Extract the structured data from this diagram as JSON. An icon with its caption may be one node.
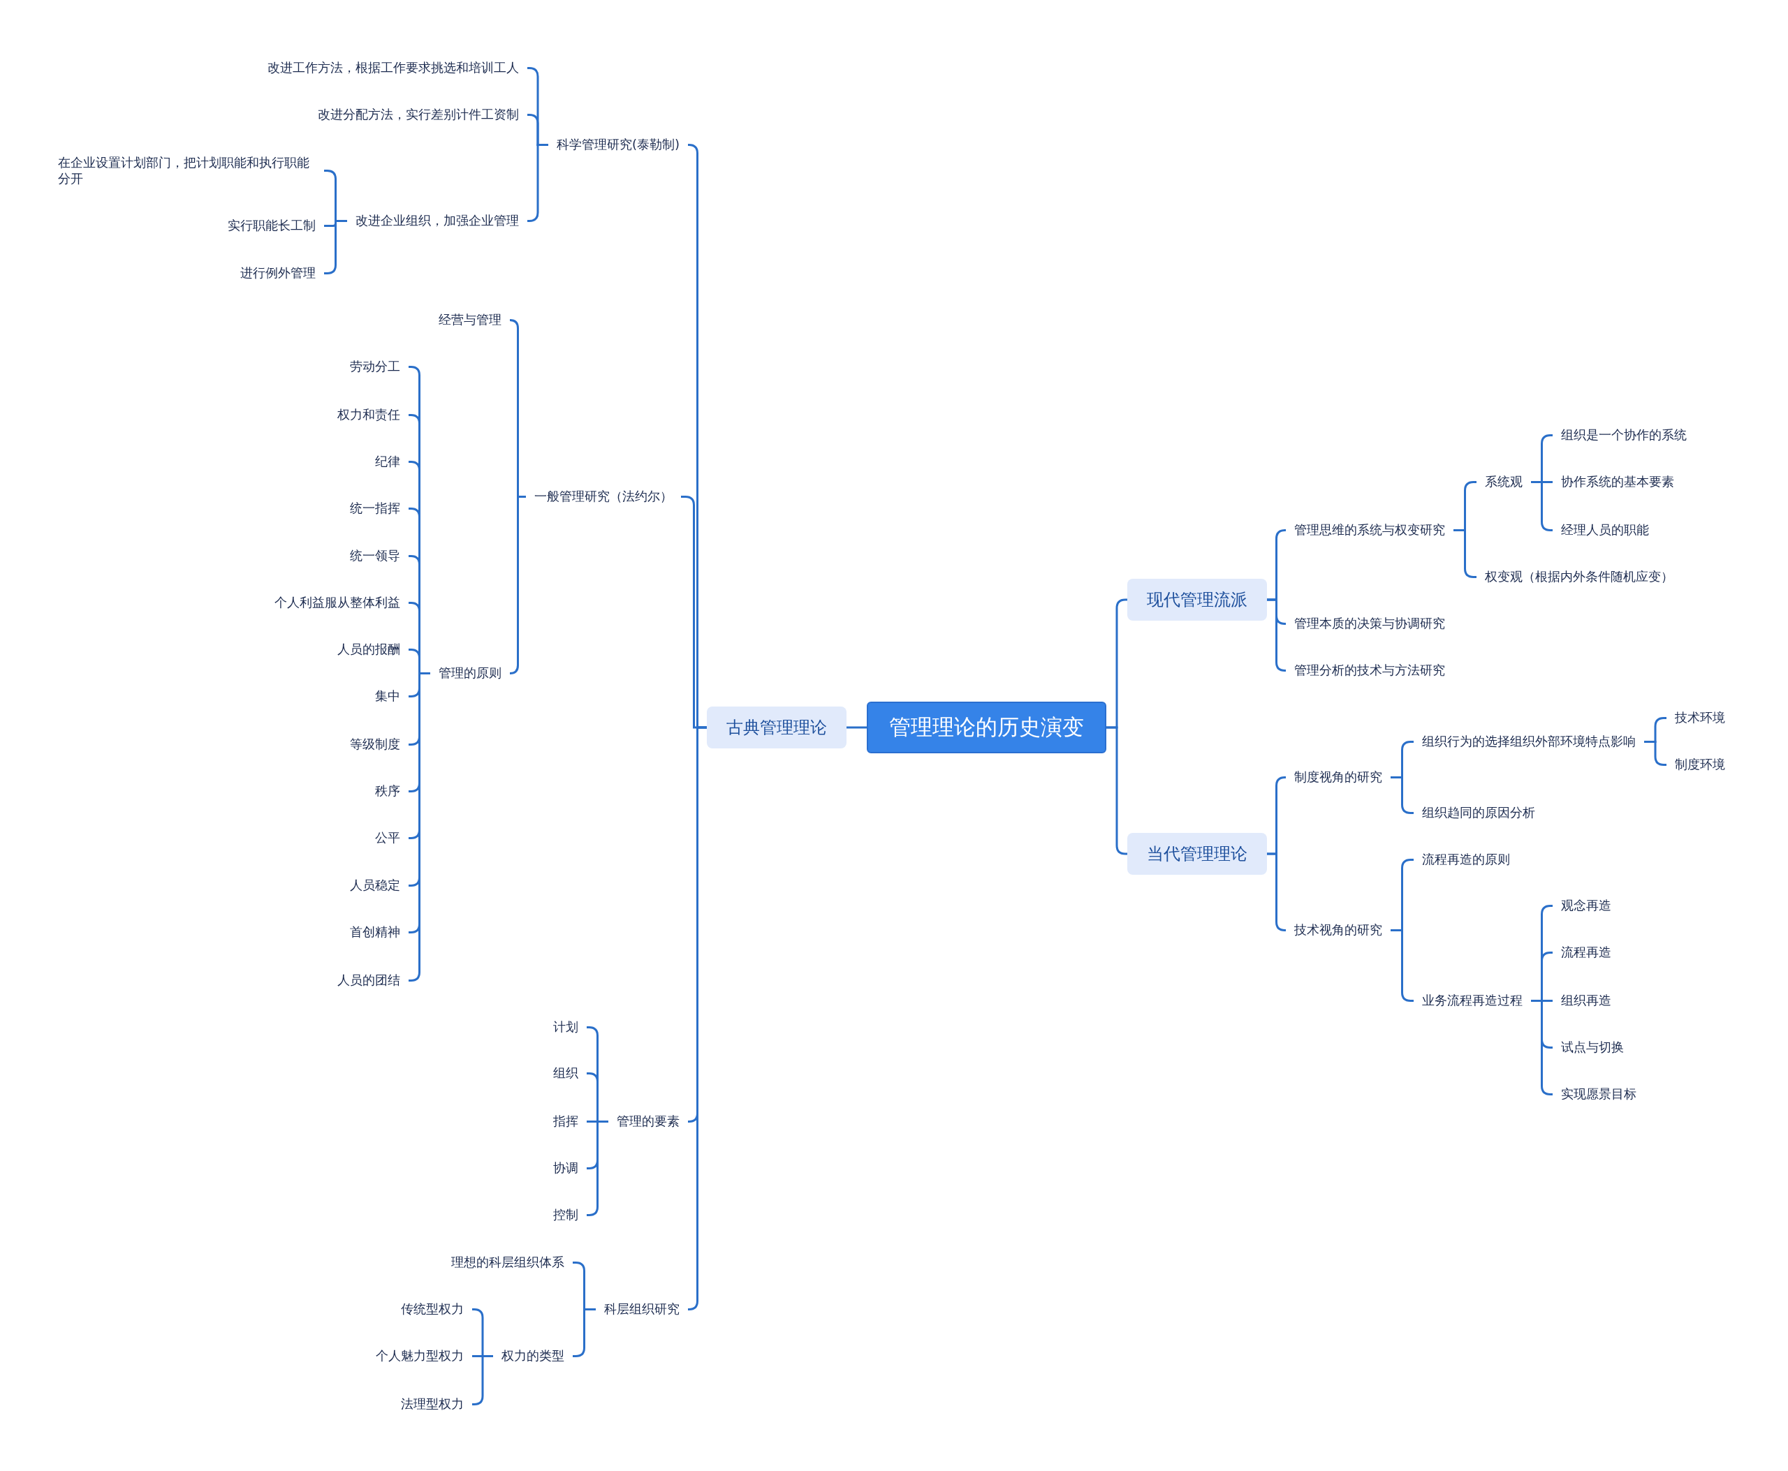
{
  "diagram": {
    "nodes": [
      {
        "text": [
          "管理理论的历史演变"
        ]
      },
      {
        "text": [
          "古典管理理论"
        ]
      },
      {
        "text": [
          "现代管理流派"
        ]
      },
      {
        "text": [
          "当代管理理论"
        ]
      },
      {
        "text": [
          "科学管理研究(泰勒制)"
        ]
      },
      {
        "text": [
          "改进工作方法，根据工作要求挑选和培训工人"
        ]
      },
      {
        "text": [
          "改进分配方法，实行差别计件工资制"
        ]
      },
      {
        "text": [
          "改进企业组织，加强企业管理"
        ]
      },
      {
        "text": [
          "在企业设置计划部门，把计划职能和执行职能分开"
        ]
      },
      {
        "text": [
          "实行职能长工制"
        ]
      },
      {
        "text": [
          "进行例外管理"
        ]
      },
      {
        "text": [
          "一般管理研究（法约尔）"
        ]
      },
      {
        "text": [
          "经营与管理"
        ]
      },
      {
        "text": [
          "管理的原则"
        ]
      },
      {
        "text": [
          "劳动分工"
        ]
      },
      {
        "text": [
          "权力和责任"
        ]
      },
      {
        "text": [
          "纪律"
        ]
      },
      {
        "text": [
          "统一指挥"
        ]
      },
      {
        "text": [
          "统一领导"
        ]
      },
      {
        "text": [
          "个人利益服从整体利益"
        ]
      },
      {
        "text": [
          "人员的报酬"
        ]
      },
      {
        "text": [
          "集中"
        ]
      },
      {
        "text": [
          "等级制度"
        ]
      },
      {
        "text": [
          "秩序"
        ]
      },
      {
        "text": [
          "公平"
        ]
      },
      {
        "text": [
          "人员稳定"
        ]
      },
      {
        "text": [
          "首创精神"
        ]
      },
      {
        "text": [
          "人员的团结"
        ]
      },
      {
        "text": [
          "管理的要素"
        ]
      },
      {
        "text": [
          "计划"
        ]
      },
      {
        "text": [
          "组织"
        ]
      },
      {
        "text": [
          "指挥"
        ]
      },
      {
        "text": [
          "协调"
        ]
      },
      {
        "text": [
          "控制"
        ]
      },
      {
        "text": [
          "科层组织研究"
        ]
      },
      {
        "text": [
          "理想的科层组织体系"
        ]
      },
      {
        "text": [
          "权力的类型"
        ]
      },
      {
        "text": [
          "传统型权力"
        ]
      },
      {
        "text": [
          "个人魅力型权力"
        ]
      },
      {
        "text": [
          "法理型权力"
        ]
      },
      {
        "text": [
          "管理思维的系统与权变研究"
        ]
      },
      {
        "text": [
          "系统观"
        ]
      },
      {
        "text": [
          "组织是一个协作的系统"
        ]
      },
      {
        "text": [
          "协作系统的基本要素"
        ]
      },
      {
        "text": [
          "经理人员的职能"
        ]
      },
      {
        "text": [
          "权变观（根据内外条件随机应变）"
        ]
      },
      {
        "text": [
          "管理本质的决策与协调研究"
        ]
      },
      {
        "text": [
          "管理分析的技术与方法研究"
        ]
      },
      {
        "text": [
          "制度视角的研究"
        ]
      },
      {
        "text": [
          "组织行为的选择组织外部环境特点影响"
        ]
      },
      {
        "text": [
          "技术环境"
        ]
      },
      {
        "text": [
          "制度环境"
        ]
      },
      {
        "text": [
          "组织趋同的原因分析"
        ]
      },
      {
        "text": [
          "技术视角的研究"
        ]
      },
      {
        "text": [
          "流程再造的原则"
        ]
      },
      {
        "text": [
          "业务流程再造过程"
        ]
      },
      {
        "text": [
          "观念再造"
        ]
      },
      {
        "text": [
          "流程再造"
        ]
      },
      {
        "text": [
          "组织再造"
        ]
      },
      {
        "text": [
          "试点与切换"
        ]
      },
      {
        "text": [
          "实现愿景目标"
        ]
      }
    ],
    "edges": [
      {
        "from": 0,
        "to": 1,
        "arrow": "none"
      },
      {
        "from": 0,
        "to": 2,
        "arrow": "none"
      },
      {
        "from": 0,
        "to": 3,
        "arrow": "none"
      },
      {
        "from": 1,
        "to": 4,
        "arrow": "none"
      },
      {
        "from": 4,
        "to": 5,
        "arrow": "none"
      },
      {
        "from": 4,
        "to": 6,
        "arrow": "none"
      },
      {
        "from": 4,
        "to": 7,
        "arrow": "none"
      },
      {
        "from": 7,
        "to": 8,
        "arrow": "none"
      },
      {
        "from": 7,
        "to": 9,
        "arrow": "none"
      },
      {
        "from": 7,
        "to": 10,
        "arrow": "none"
      },
      {
        "from": 1,
        "to": 11,
        "arrow": "none"
      },
      {
        "from": 11,
        "to": 12,
        "arrow": "none"
      },
      {
        "from": 11,
        "to": 13,
        "arrow": "none"
      },
      {
        "from": 13,
        "to": 14,
        "arrow": "none"
      },
      {
        "from": 13,
        "to": 15,
        "arrow": "none"
      },
      {
        "from": 13,
        "to": 16,
        "arrow": "none"
      },
      {
        "from": 13,
        "to": 17,
        "arrow": "none"
      },
      {
        "from": 13,
        "to": 18,
        "arrow": "none"
      },
      {
        "from": 13,
        "to": 19,
        "arrow": "none"
      },
      {
        "from": 13,
        "to": 20,
        "arrow": "none"
      },
      {
        "from": 13,
        "to": 21,
        "arrow": "none"
      },
      {
        "from": 13,
        "to": 22,
        "arrow": "none"
      },
      {
        "from": 13,
        "to": 23,
        "arrow": "none"
      },
      {
        "from": 13,
        "to": 24,
        "arrow": "none"
      },
      {
        "from": 13,
        "to": 25,
        "arrow": "none"
      },
      {
        "from": 13,
        "to": 26,
        "arrow": "none"
      },
      {
        "from": 13,
        "to": 27,
        "arrow": "none"
      },
      {
        "from": 1,
        "to": 28,
        "arrow": "none"
      },
      {
        "from": 28,
        "to": 29,
        "arrow": "none"
      },
      {
        "from": 28,
        "to": 30,
        "arrow": "none"
      },
      {
        "from": 28,
        "to": 31,
        "arrow": "none"
      },
      {
        "from": 28,
        "to": 32,
        "arrow": "none"
      },
      {
        "from": 28,
        "to": 33,
        "arrow": "none"
      },
      {
        "from": 1,
        "to": 34,
        "arrow": "none"
      },
      {
        "from": 34,
        "to": 35,
        "arrow": "none"
      },
      {
        "from": 34,
        "to": 36,
        "arrow": "none"
      },
      {
        "from": 36,
        "to": 37,
        "arrow": "none"
      },
      {
        "from": 36,
        "to": 38,
        "arrow": "none"
      },
      {
        "from": 36,
        "to": 39,
        "arrow": "none"
      },
      {
        "from": 2,
        "to": 40,
        "arrow": "none"
      },
      {
        "from": 40,
        "to": 41,
        "arrow": "none"
      },
      {
        "from": 41,
        "to": 42,
        "arrow": "none"
      },
      {
        "from": 41,
        "to": 43,
        "arrow": "none"
      },
      {
        "from": 41,
        "to": 44,
        "arrow": "none"
      },
      {
        "from": 40,
        "to": 45,
        "arrow": "none"
      },
      {
        "from": 2,
        "to": 46,
        "arrow": "none"
      },
      {
        "from": 2,
        "to": 47,
        "arrow": "none"
      },
      {
        "from": 3,
        "to": 48,
        "arrow": "none"
      },
      {
        "from": 48,
        "to": 49,
        "arrow": "none"
      },
      {
        "from": 49,
        "to": 50,
        "arrow": "none"
      },
      {
        "from": 49,
        "to": 51,
        "arrow": "none"
      },
      {
        "from": 48,
        "to": 52,
        "arrow": "none"
      },
      {
        "from": 3,
        "to": 53,
        "arrow": "none"
      },
      {
        "from": 53,
        "to": 54,
        "arrow": "none"
      },
      {
        "from": 53,
        "to": 55,
        "arrow": "none"
      },
      {
        "from": 55,
        "to": 56,
        "arrow": "none"
      },
      {
        "from": 55,
        "to": 57,
        "arrow": "none"
      },
      {
        "from": 55,
        "to": 58,
        "arrow": "none"
      },
      {
        "from": 55,
        "to": 59,
        "arrow": "none"
      },
      {
        "from": 55,
        "to": 60,
        "arrow": "none"
      }
    ]
  }
}
